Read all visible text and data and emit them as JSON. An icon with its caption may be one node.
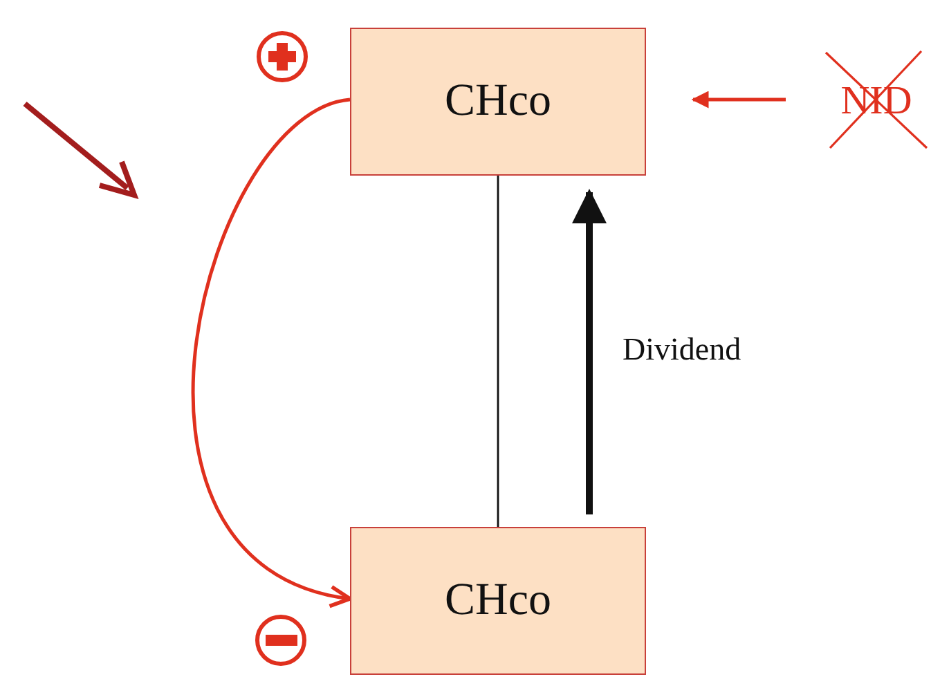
{
  "diagram": {
    "nodes": [
      {
        "text": [
          "CHco"
        ]
      },
      {
        "text": [
          "CHco"
        ]
      },
      {
        "text": [
          "NID"
        ]
      }
    ],
    "edges": [
      {
        "from": 0,
        "to": 1,
        "arrow": "none"
      },
      {
        "from": 1,
        "to": 0,
        "arrow": "to",
        "style": "thick",
        "label": "Dividend"
      },
      {
        "from": 0,
        "to": 1,
        "arrow": "to",
        "color": "#e0301e"
      },
      {
        "from": 2,
        "to": 0,
        "arrow": "to",
        "color": "#e0301e"
      }
    ]
  }
}
